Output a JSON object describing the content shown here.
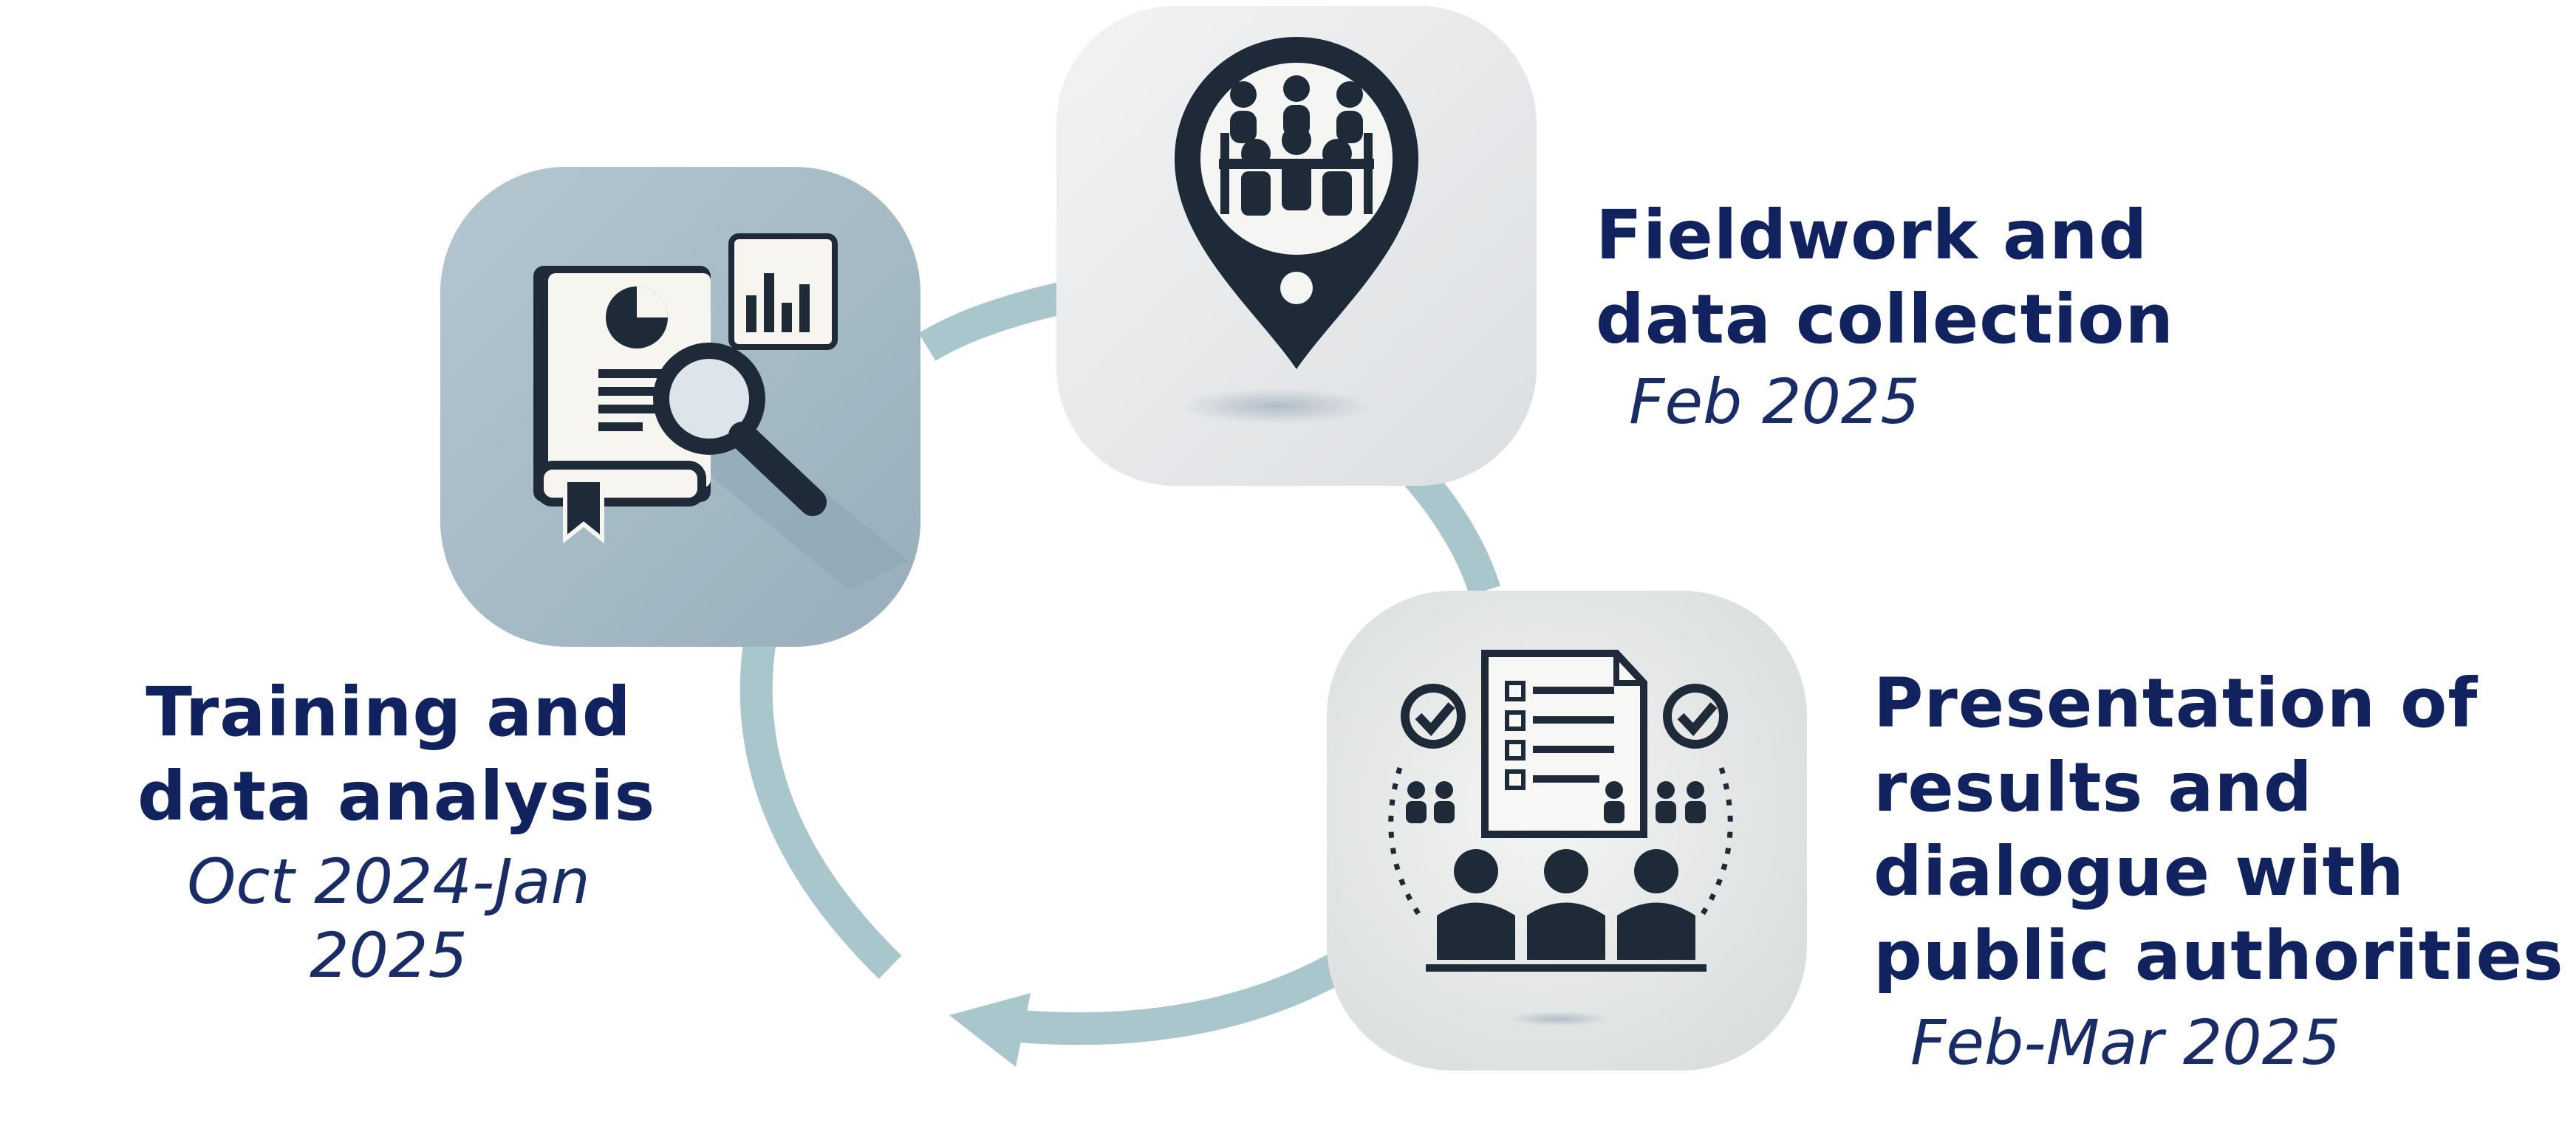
{
  "colors": {
    "title_text": "#10235f",
    "cycle_arrow": "#a9c6cc",
    "card_blue": "#a6bcc6",
    "card_light": "#e6e8ea",
    "icon_dark": "#1f2a38"
  },
  "steps": [
    {
      "title_lines": [
        "Training and",
        "data analysis"
      ],
      "date": "Oct 2024-Jan 2025",
      "icon": "document-analysis-icon"
    },
    {
      "title_lines": [
        "Fieldwork and",
        "data collection"
      ],
      "date": "Feb 2025",
      "icon": "map-pin-meeting-icon"
    },
    {
      "title_lines": [
        "Presentation of",
        "results and",
        "dialogue with",
        "public authorities"
      ],
      "date": "Feb-Mar 2025",
      "icon": "presentation-meeting-icon"
    }
  ]
}
